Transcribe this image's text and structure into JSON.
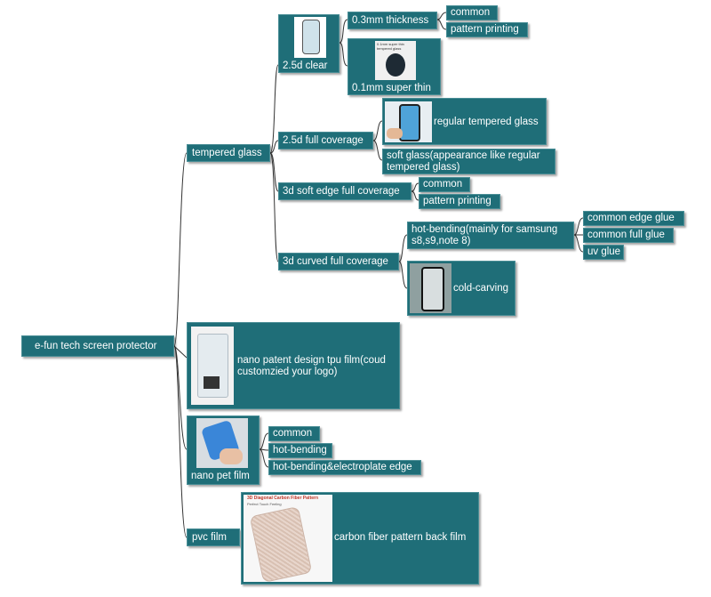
{
  "colors": {
    "node_fill": "#1f6e78",
    "node_border": "#4a8e96",
    "edge": "#333333",
    "text": "#ffffff"
  },
  "root": {
    "label": "e-fun tech screen protector"
  },
  "branches": {
    "tempered_glass": {
      "label": "tempered glass",
      "clear_25d": {
        "label": "2.5d clear",
        "thick_03": {
          "label": "0.3mm thickness",
          "children": [
            "common",
            "pattern printing"
          ]
        },
        "thin_01": {
          "label": "0.1mm super thin"
        }
      },
      "full_coverage_25d": {
        "label": "2.5d full coverage",
        "children": [
          "regular tempered glass",
          "soft glass(appearance like regular\ntempered glass)"
        ]
      },
      "soft_edge_3d": {
        "label": "3d soft edge full coverage",
        "children": [
          "common",
          "pattern printing"
        ]
      },
      "curved_3d": {
        "label": "3d curved full coverage",
        "hot_bending": {
          "label": "hot-bending(mainly for samsung\ns8,s9,note 8)",
          "children": [
            "common edge glue",
            "common full glue",
            "uv glue"
          ]
        },
        "cold_carving": {
          "label": "cold-carving"
        }
      }
    },
    "nano_tpu": {
      "label": "nano patent design tpu film(coud\ncustomzied your logo)"
    },
    "nano_pet": {
      "label": "nano pet film",
      "children": [
        "common",
        "hot-bending",
        "hot-bending&electroplate edge"
      ]
    },
    "pvc": {
      "label": "pvc film",
      "carbon": {
        "label": "carbon fiber pattern back film",
        "img_title": "3D Diagonal Carbon Fiber Pattern",
        "img_sub": "Perfect Touch Feeling"
      }
    }
  },
  "image_texts": {
    "thin_caption": "0.1mm super thin\ntempered glass"
  }
}
